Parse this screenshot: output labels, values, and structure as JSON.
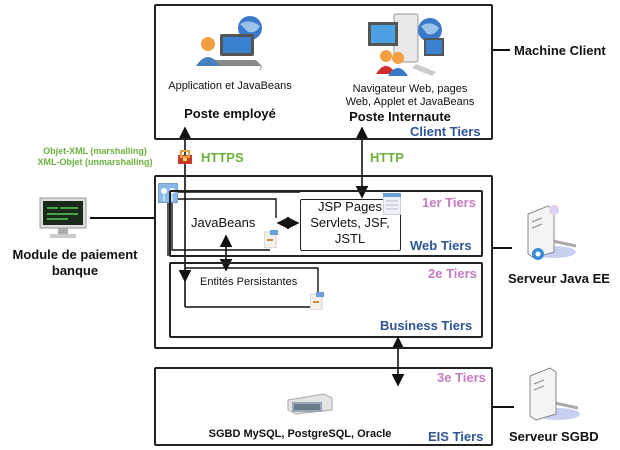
{
  "client_tier": {
    "tier_label": "Client Tiers",
    "employee": {
      "caption": "Application et JavaBeans",
      "title": "Poste employé"
    },
    "internaut": {
      "caption_line1": "Navigateur Web, pages",
      "caption_line2": "Web, Applet et JavaBeans",
      "title": "Poste Internaute"
    }
  },
  "machine_client_label": "Machine Client",
  "protocols": {
    "https": "HTTPS",
    "http": "HTTP"
  },
  "marshalling": {
    "line1": "Objet-XML (marshalling)",
    "line2": "XML-Objet (unmarshalling)"
  },
  "bank_module": {
    "line1": "Module de paiement",
    "line2": "banque"
  },
  "web_tier": {
    "tier_number": "1er Tiers",
    "tier_label": "Web Tiers",
    "javabeans": "JavaBeans",
    "jsp_line1": "JSP Pages",
    "jsp_line2": "Servlets, JSF,",
    "jsp_line3": "JSTL"
  },
  "business_tier": {
    "tier_number": "2e Tiers",
    "tier_label": "Business Tiers",
    "entities": "Entités Persistantes"
  },
  "javaee_server_label": "Serveur Java EE",
  "eis_tier": {
    "tier_number": "3e Tiers",
    "tier_label": "EIS Tiers",
    "dbms": "SGBD MySQL, PostgreSQL, Oracle"
  },
  "sgbd_server_label": "Serveur SGBD",
  "colors": {
    "tier_blue": "#2f5597",
    "tier_pink": "#c77bc0",
    "protocol_green": "#6ab23c"
  }
}
